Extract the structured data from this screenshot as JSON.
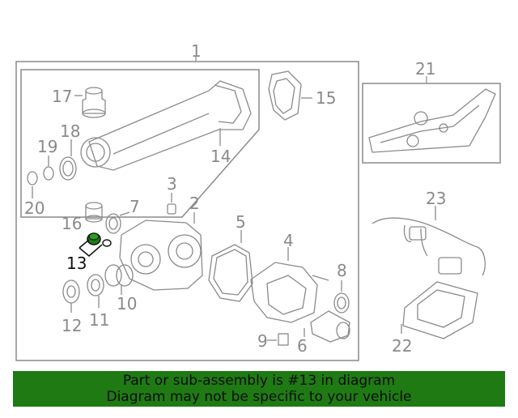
{
  "diagram": {
    "callouts": [
      "1",
      "2",
      "3",
      "4",
      "5",
      "6",
      "7",
      "8",
      "9",
      "10",
      "11",
      "12",
      "13",
      "14",
      "15",
      "16",
      "17",
      "18",
      "19",
      "20",
      "21",
      "22",
      "23"
    ],
    "highlighted_part": "13",
    "highlight_color": "#1f7a14",
    "line_color": "#8a8a8a"
  },
  "banner": {
    "line1": "Part or sub-assembly is #13 in diagram",
    "line2": "Diagram may not be specific to your vehicle",
    "background": "#1f7a14"
  }
}
